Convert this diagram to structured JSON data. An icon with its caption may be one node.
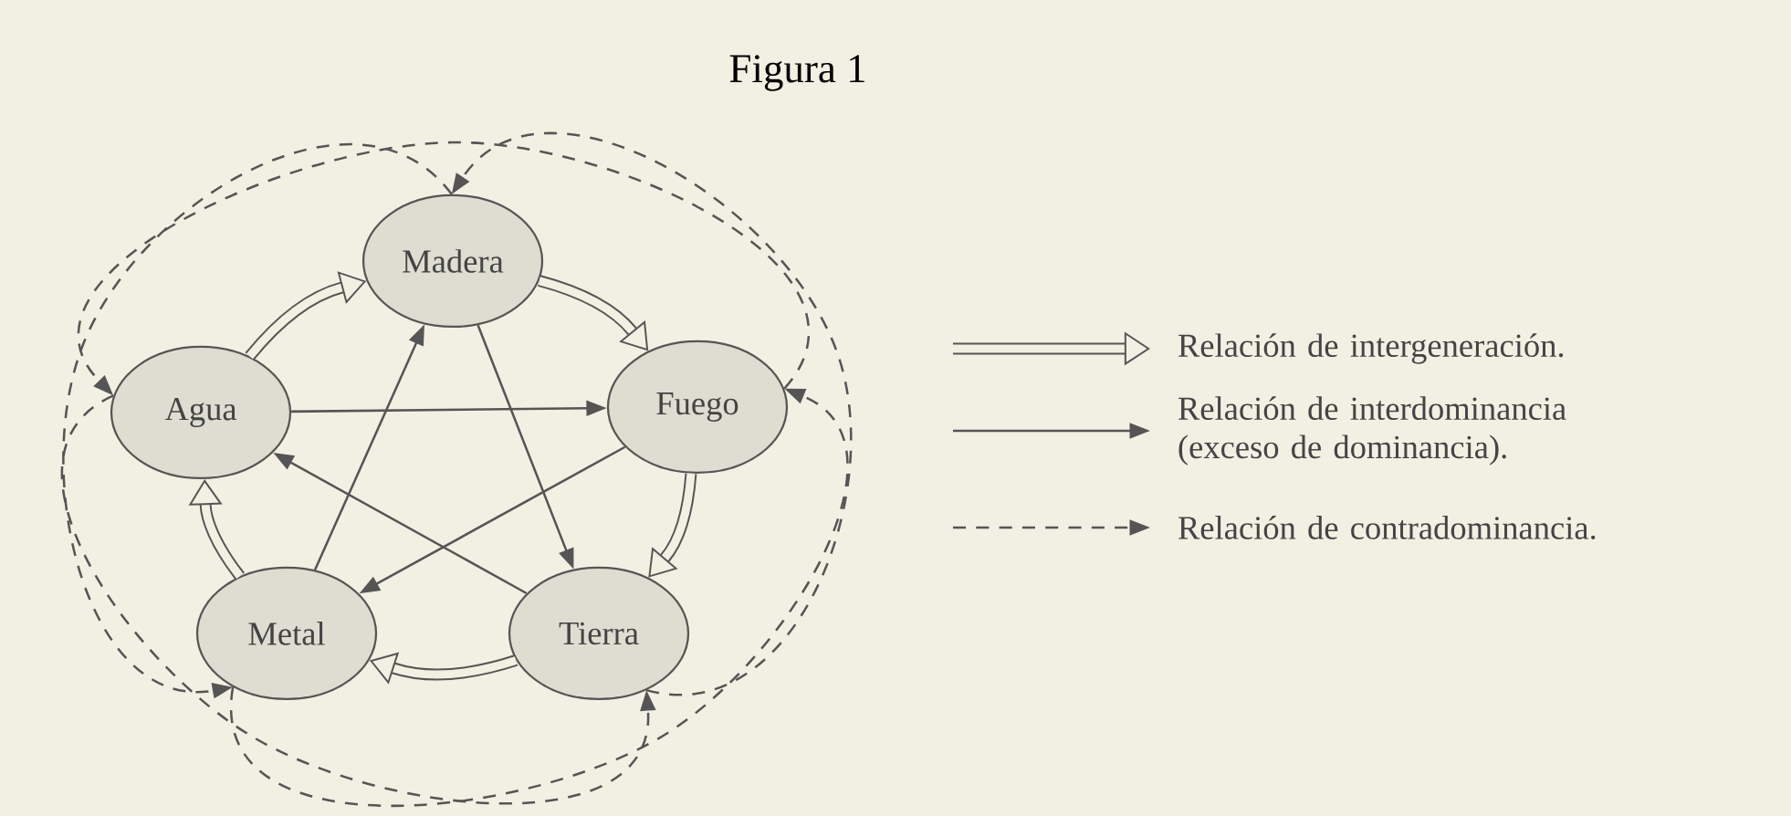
{
  "diagram": {
    "title": "Figura 1",
    "nodes": [
      {
        "text": [
          "Madera"
        ]
      },
      {
        "text": [
          "Fuego"
        ]
      },
      {
        "text": [
          "Tierra"
        ]
      },
      {
        "text": [
          "Metal"
        ]
      },
      {
        "text": [
          "Agua"
        ]
      }
    ],
    "edges": [
      {
        "from": 0,
        "to": 1,
        "arrow": "to",
        "style": "thick"
      },
      {
        "from": 1,
        "to": 2,
        "arrow": "to",
        "style": "thick"
      },
      {
        "from": 2,
        "to": 3,
        "arrow": "to",
        "style": "thick"
      },
      {
        "from": 3,
        "to": 4,
        "arrow": "to",
        "style": "thick"
      },
      {
        "from": 4,
        "to": 0,
        "arrow": "to",
        "style": "thick"
      },
      {
        "from": 0,
        "to": 2,
        "arrow": "to"
      },
      {
        "from": 2,
        "to": 4,
        "arrow": "to"
      },
      {
        "from": 4,
        "to": 1,
        "arrow": "to"
      },
      {
        "from": 1,
        "to": 3,
        "arrow": "to"
      },
      {
        "from": 3,
        "to": 0,
        "arrow": "to"
      },
      {
        "from": 2,
        "to": 0,
        "arrow": "to",
        "style": "dashed"
      },
      {
        "from": 4,
        "to": 2,
        "arrow": "to",
        "style": "dashed"
      },
      {
        "from": 1,
        "to": 4,
        "arrow": "to",
        "style": "dashed"
      },
      {
        "from": 0,
        "to": 3,
        "arrow": "to",
        "style": "dashed"
      },
      {
        "from": 3,
        "to": 1,
        "arrow": "to",
        "style": "dashed"
      }
    ],
    "legend": [
      {
        "text": "Relación de intergeneración."
      },
      {
        "text": "Relación de interdominancia (exceso de dominancia)."
      },
      {
        "text": "Relación de contradominancia."
      }
    ]
  }
}
